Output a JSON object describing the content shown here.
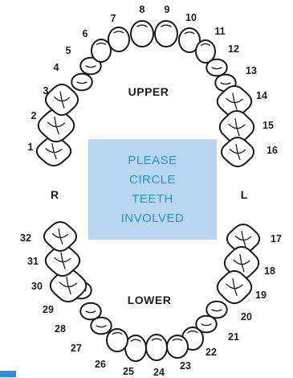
{
  "labels": {
    "upper": "UPPER",
    "lower": "LOWER",
    "right": "R",
    "left": "L"
  },
  "instruction": [
    "PLEASE",
    "CIRCLE",
    "TEETH",
    "INVOLVED"
  ],
  "colors": {
    "box_fill": "#b9d6f0",
    "box_text": "#2b8fd0",
    "ink": "#1a1a1a"
  },
  "teeth": [
    {
      "number": "1"
    },
    {
      "number": "2"
    },
    {
      "number": "3"
    },
    {
      "number": "4"
    },
    {
      "number": "5"
    },
    {
      "number": "6"
    },
    {
      "number": "7"
    },
    {
      "number": "8"
    },
    {
      "number": "9"
    },
    {
      "number": "10"
    },
    {
      "number": "11"
    },
    {
      "number": "12"
    },
    {
      "number": "13"
    },
    {
      "number": "14"
    },
    {
      "number": "15"
    },
    {
      "number": "16"
    },
    {
      "number": "17"
    },
    {
      "number": "18"
    },
    {
      "number": "19"
    },
    {
      "number": "20"
    },
    {
      "number": "21"
    },
    {
      "number": "22"
    },
    {
      "number": "23"
    },
    {
      "number": "24"
    },
    {
      "number": "25"
    },
    {
      "number": "26"
    },
    {
      "number": "27"
    },
    {
      "number": "28"
    },
    {
      "number": "29"
    },
    {
      "number": "30"
    },
    {
      "number": "31"
    },
    {
      "number": "32"
    }
  ]
}
